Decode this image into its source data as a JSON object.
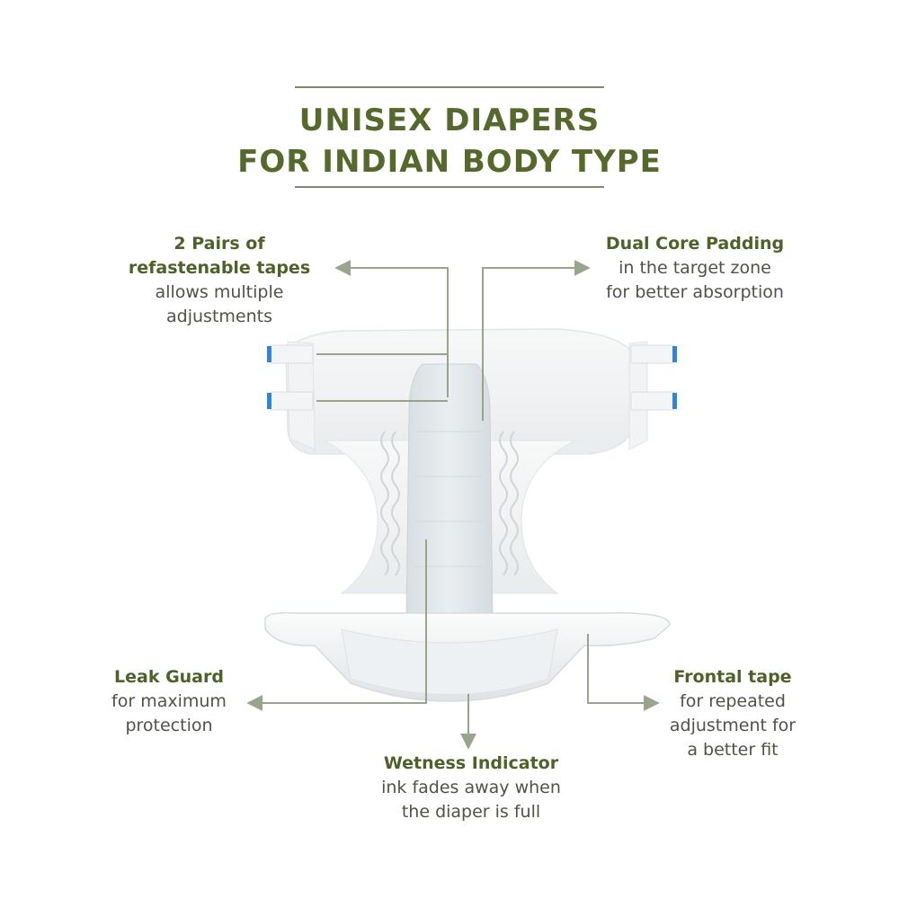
{
  "title": {
    "line1": "UNISEX DIAPERS",
    "line2": "FOR INDIAN BODY TYPE"
  },
  "callouts": {
    "tapes": {
      "head1": "2 Pairs of",
      "head2": "refastenable tapes",
      "body1": "allows multiple",
      "body2": "adjustments"
    },
    "core": {
      "head": "Dual Core Padding",
      "body1": "in the target zone",
      "body2": "for better absorption"
    },
    "leak": {
      "head": "Leak Guard",
      "body1": "for maximum",
      "body2": "protection"
    },
    "wetness": {
      "head": "Wetness Indicator",
      "body1": "ink fades away when",
      "body2": "the diaper is full"
    },
    "frontal": {
      "head": "Frontal tape",
      "body1": "for repeated",
      "body2": "adjustment for",
      "body3": "a better fit"
    }
  },
  "colors": {
    "title": "#56692d",
    "heading": "#4e6128",
    "body_text": "#4f5347",
    "leader_line": "#9aa38c",
    "tape_blue": "#2f86d6"
  }
}
